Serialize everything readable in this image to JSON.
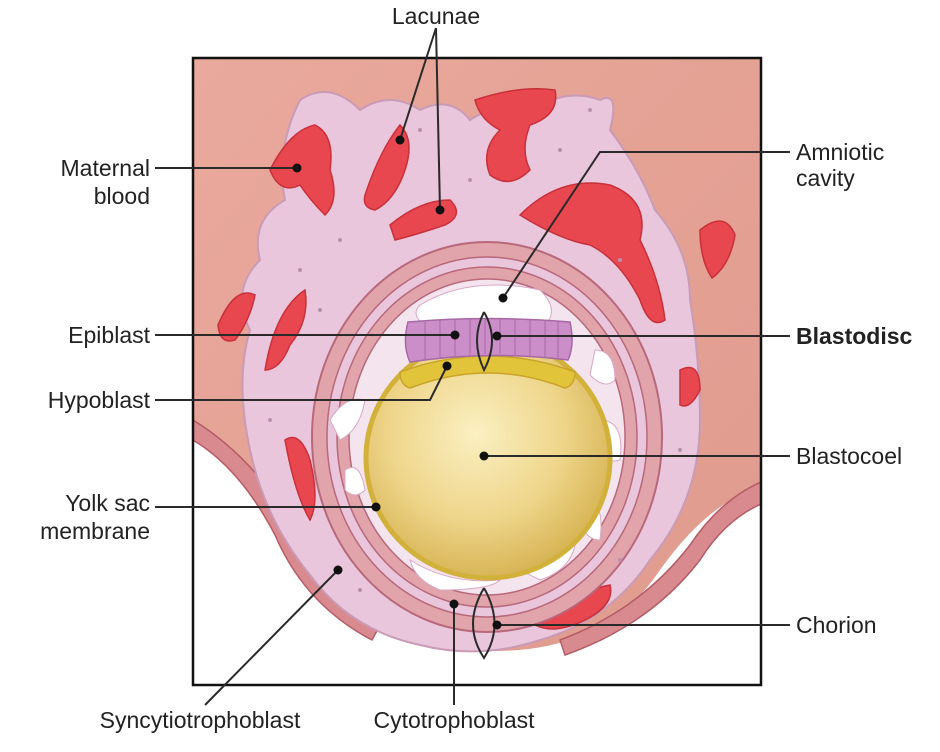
{
  "labels": {
    "lacunae": "Lacunae",
    "maternal_blood_line1": "Maternal",
    "maternal_blood_line2": "blood",
    "amniotic_cavity_line1": "Amniotic",
    "amniotic_cavity_line2": "cavity",
    "epiblast": "Epiblast",
    "blastodisc": "Blastodisc",
    "hypoblast": "Hypoblast",
    "blastocoel": "Blastocoel",
    "yolk_sac_membrane_line1": "Yolk sac",
    "yolk_sac_membrane_line2": "membrane",
    "chorion": "Chorion",
    "syncytiotrophoblast": "Syncytiotrophoblast",
    "cytotrophoblast": "Cytotrophoblast"
  },
  "colors": {
    "maternal_tissue": "#e2a094",
    "syncytiotrophoblast": "#eac6dc",
    "blood": "#e8474f",
    "cell_layer": "#e1a4ab",
    "epiblast": "#cc8ec8",
    "hypoblast": "#e2c43a",
    "blastocoel": "#e7cf7e",
    "frame": "#111111"
  }
}
